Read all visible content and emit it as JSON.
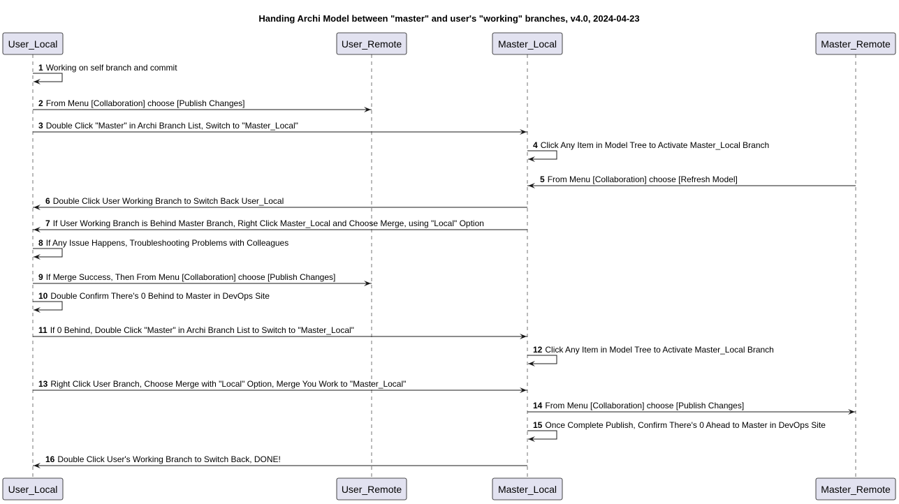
{
  "title": "Handing Archi Model between \"master\" and user's \"working\" branches, v4.0, 2024-04-23",
  "participants": [
    {
      "id": "User_Local",
      "label": "User_Local"
    },
    {
      "id": "User_Remote",
      "label": "User_Remote"
    },
    {
      "id": "Master_Local",
      "label": "Master_Local"
    },
    {
      "id": "Master_Remote",
      "label": "Master_Remote"
    }
  ],
  "messages": [
    {
      "num": "1",
      "from": "User_Local",
      "to": "User_Local",
      "text": "Working on self branch and commit"
    },
    {
      "num": "2",
      "from": "User_Local",
      "to": "User_Remote",
      "text": "From Menu [Collaboration] choose [Publish Changes]"
    },
    {
      "num": "3",
      "from": "User_Local",
      "to": "Master_Local",
      "text": "Double Click \"Master\" in Archi Branch List, Switch to \"Master_Local\""
    },
    {
      "num": "4",
      "from": "Master_Local",
      "to": "Master_Local",
      "text": "Click Any Item in Model Tree to Activate Master_Local Branch"
    },
    {
      "num": "5",
      "from": "Master_Remote",
      "to": "Master_Local",
      "text": "From Menu [Collaboration] choose [Refresh Model]"
    },
    {
      "num": "6",
      "from": "Master_Local",
      "to": "User_Local",
      "text": "Double Click User Working Branch to Switch Back User_Local"
    },
    {
      "num": "7",
      "from": "Master_Local",
      "to": "User_Local",
      "text": "If User Working Branch is Behind Master Branch, Right Click Master_Local and Choose Merge, using \"Local\" Option"
    },
    {
      "num": "8",
      "from": "User_Local",
      "to": "User_Local",
      "text": "If Any Issue Happens, Troubleshooting Problems with Colleagues"
    },
    {
      "num": "9",
      "from": "User_Local",
      "to": "User_Remote",
      "text": "If Merge Success, Then From Menu [Collaboration] choose [Publish Changes]"
    },
    {
      "num": "10",
      "from": "User_Local",
      "to": "User_Local",
      "text": "Double Confirm There's 0 Behind to Master in DevOps Site"
    },
    {
      "num": "11",
      "from": "User_Local",
      "to": "Master_Local",
      "text": "If 0 Behind, Double Click \"Master\" in Archi Branch List to Switch to \"Master_Local\""
    },
    {
      "num": "12",
      "from": "Master_Local",
      "to": "Master_Local",
      "text": "Click Any Item in Model Tree to Activate Master_Local Branch"
    },
    {
      "num": "13",
      "from": "User_Local",
      "to": "Master_Local",
      "text": "Right Click User Branch, Choose Merge with \"Local\" Option, Merge You Work to \"Master_Local\""
    },
    {
      "num": "14",
      "from": "Master_Local",
      "to": "Master_Remote",
      "text": "From Menu [Collaboration] choose [Publish Changes]"
    },
    {
      "num": "15",
      "from": "Master_Local",
      "to": "Master_Local",
      "text": "Once Complete Publish, Confirm There's 0 Ahead to Master in DevOps Site"
    },
    {
      "num": "16",
      "from": "Master_Local",
      "to": "User_Local",
      "text": "Double Click User's Working Branch to Switch Back, DONE!"
    }
  ]
}
